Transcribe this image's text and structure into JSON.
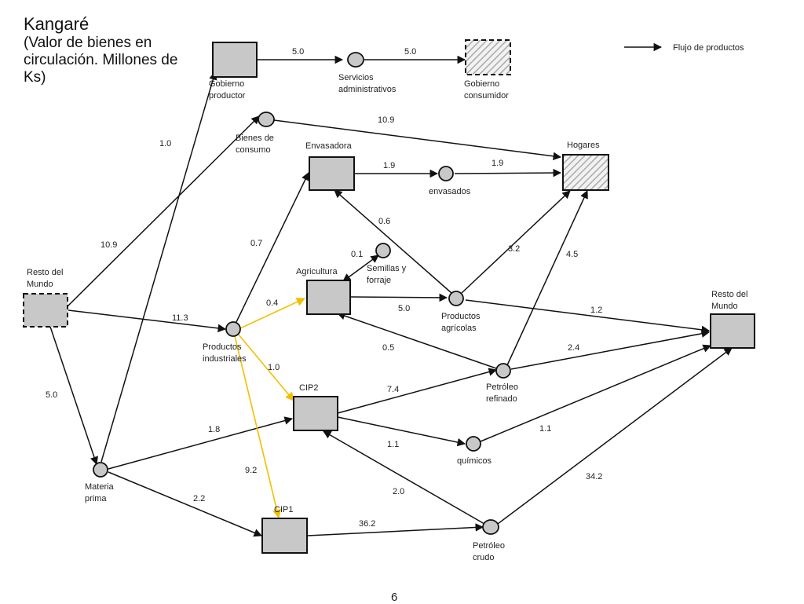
{
  "title": {
    "main": "Kangaré",
    "subtitle": "(Valor de bienes en circulación. Millones de Ks)"
  },
  "legend": {
    "label": "Flujo de productos"
  },
  "page_number": "6",
  "colors": {
    "arrow": "#111111",
    "highlight_arrow": "#f0c000",
    "node_fill": "#c8c8c8",
    "hatch": "#aaaaaa"
  },
  "nodes": {
    "gobierno_productor": "Gobierno\nproductor",
    "servicios_admin": "Servicios\nadministrativos",
    "gobierno_consumidor": "Gobierno\nconsumidor",
    "bienes_consumo": "Bienes de\nconsumo",
    "envasadora": "Envasadora",
    "envasados": "envasados",
    "hogares": "Hogares",
    "resto_mundo_left": "Resto del\nMundo",
    "agricultura": "Agricultura",
    "semillas": "Semillas y\nforraje",
    "productos_agricolas": "Productos\nagrícolas",
    "resto_mundo_right": "Resto del\nMundo",
    "productos_industriales": "Productos\nindustriales",
    "petroleo_refinado": "Petróleo\nrefinado",
    "cip2": "CIP2",
    "quimicos": "químicos",
    "materia_prima": "Materia\nprima",
    "cip1": "CIP1",
    "petroleo_crudo": "Petróleo\ncrudo"
  },
  "flows": {
    "gp_sa": "5.0",
    "sa_gc": "5.0",
    "bc_hog": "10.9",
    "mp_gp": "1.0",
    "env_envd": "1.9",
    "envd_hog": "1.9",
    "pa_env": "0.6",
    "rm_bc": "10.9",
    "pi_env": "0.7",
    "agr_sem": "0.1",
    "pa_hog": "3.2",
    "pr_hog": "4.5",
    "pi_agr": "0.4",
    "agr_pa": "5.0",
    "pa_rmr": "1.2",
    "rm_pi": "11.3",
    "pr_agr": "0.5",
    "pr_rmr": "2.4",
    "pi_cip2": "1.0",
    "rm_mp": "5.0",
    "cip2_pr": "7.4",
    "mp_cip2": "1.8",
    "cip2_qui": "1.1",
    "qui_rmr": "1.1",
    "pi_cip1": "9.2",
    "pc_cip2": "2.0",
    "pc_rmr": "34.2",
    "mp_cip1": "2.2",
    "cip1_pc": "36.2"
  }
}
